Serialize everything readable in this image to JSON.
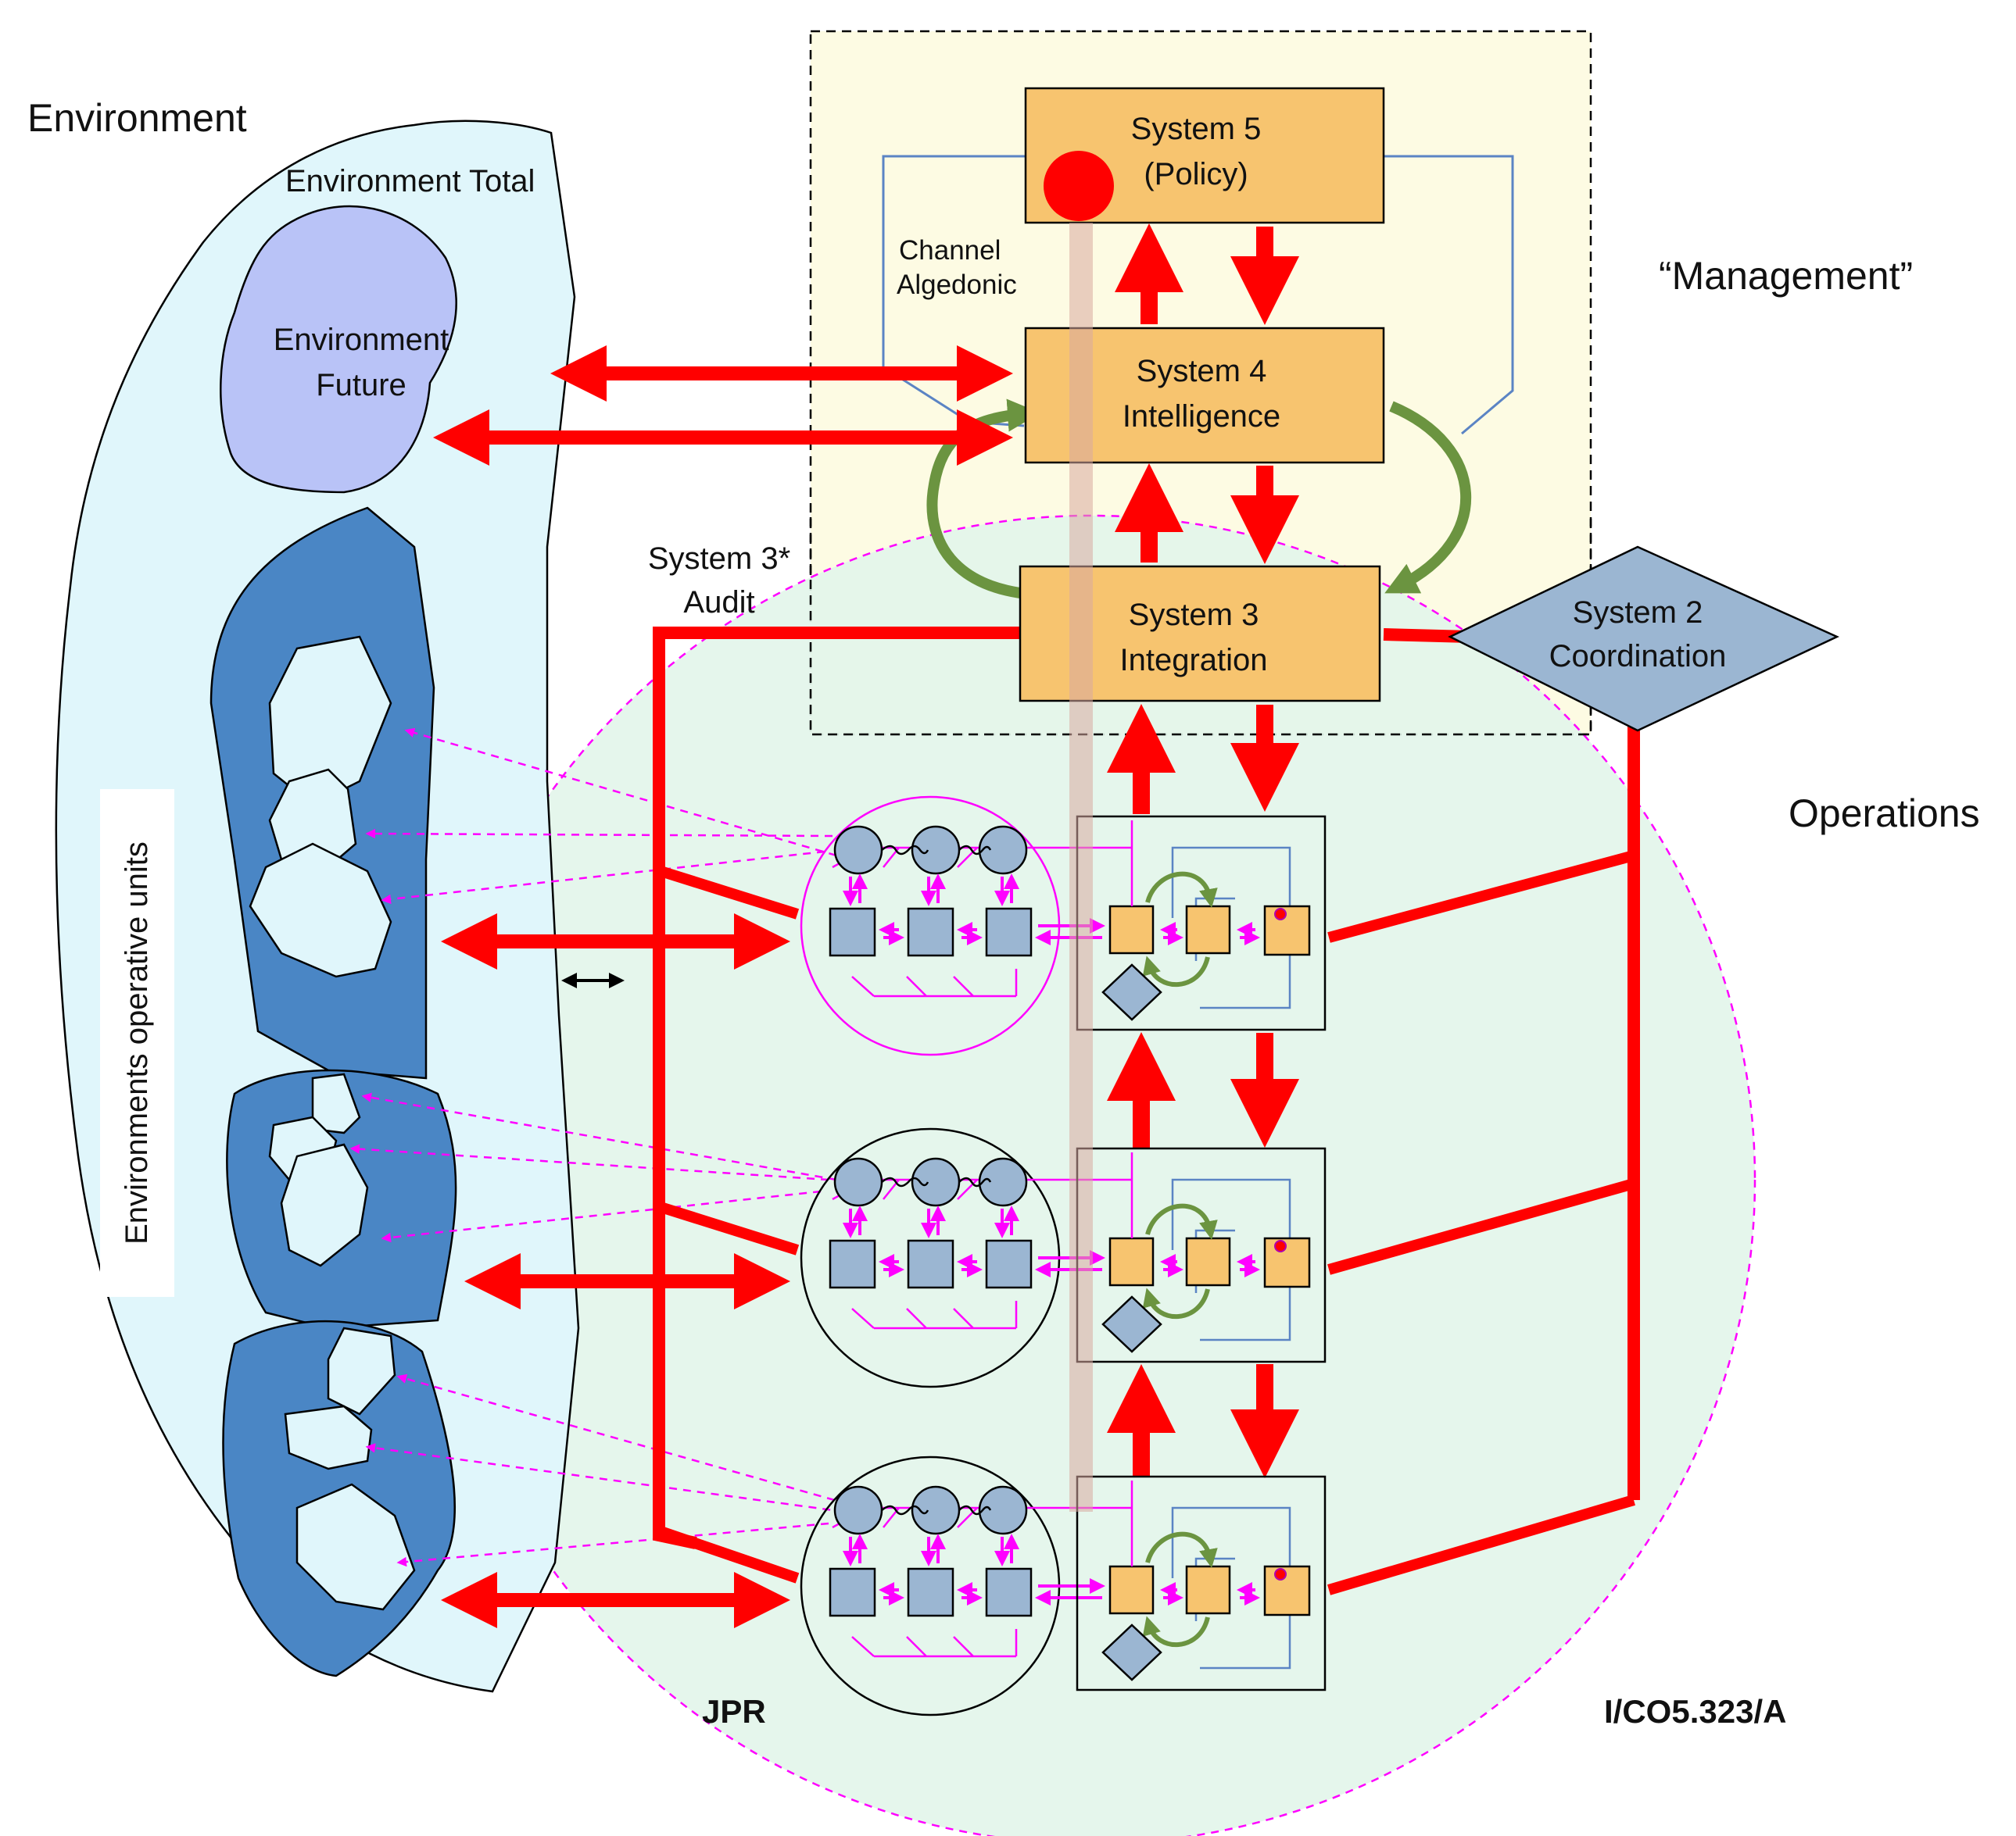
{
  "labels": {
    "environment": "Environment",
    "environment_total": "Environment Total",
    "environment_future_line1": "Environment",
    "environment_future_line2": "Future",
    "environments_operative_units": "Environments operative units",
    "management": "“Management”",
    "operations": "Operations",
    "channel_algedonic_line1": "Channel",
    "channel_algedonic_line2": "Algedonic",
    "system3star_line1": "System 3*",
    "system3star_line2": "Audit",
    "system5_line1": "System 5",
    "system5_line2": "(Policy)",
    "system4_line1": "System 4",
    "system4_line2": "Intelligence",
    "system3_line1": "System 3",
    "system3_line2": "Integration",
    "system2_line1": "System 2",
    "system2_line2": "Coordination",
    "author": "JPR",
    "code": "I/CO5.323/A"
  },
  "colors": {
    "red_arrow": "#ff0000",
    "system_box": "#f7c46f",
    "management_bg": "#fdfbe3",
    "operations_bg": "#e2f5ea",
    "environment_bg": "#e0f6fb",
    "environment_future": "#b9c3f7",
    "operative_units": "#4a86c5",
    "coordination": "#9bb6d2",
    "unit_shapes": "#9bb6d2",
    "loop_green": "#6b9440",
    "magenta": "#ff00ff"
  }
}
